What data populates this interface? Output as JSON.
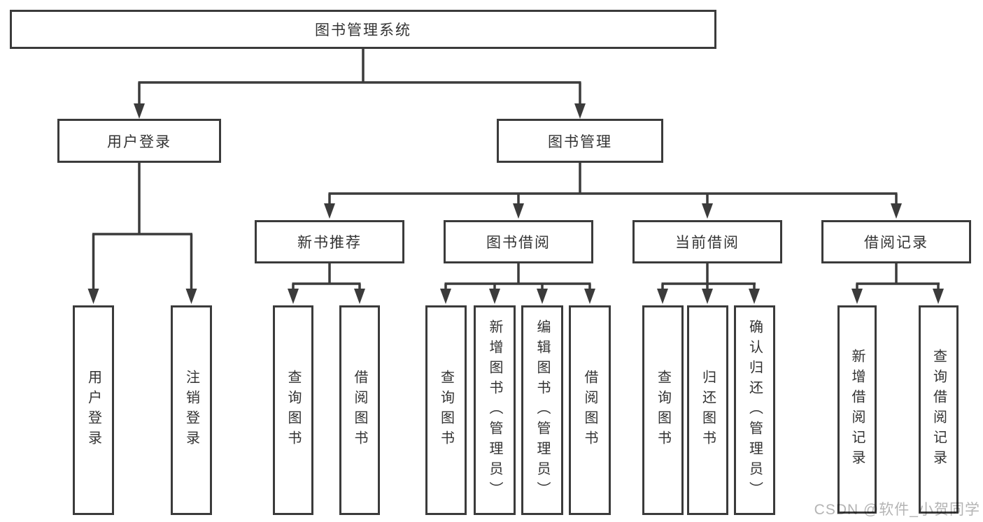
{
  "nodes": {
    "root": "图书管理系统",
    "user_login": "用户登录",
    "book_mgmt": "图书管理",
    "new_book": "新书推荐",
    "book_borrow": "图书借阅",
    "current_borrow": "当前借阅",
    "borrow_record": "借阅记录"
  },
  "leaves": {
    "user_login": [
      "用户登录",
      "注销登录"
    ],
    "new_book": [
      "查询图书",
      "借阅图书"
    ],
    "book_borrow": [
      "查询图书",
      "新增图书（管理员）",
      "编辑图书（管理员）",
      "借阅图书"
    ],
    "current_borrow": [
      "查询图书",
      "归还图书",
      "确认归还（管理员）"
    ],
    "borrow_record": [
      "新增借阅记录",
      "查询借阅记录"
    ]
  },
  "watermark": "CSDN @软件_小贺同学",
  "colors": {
    "line": "#3b3b3b",
    "text": "#333333",
    "watermark": "#b4b4b4",
    "bg": "#ffffff"
  }
}
